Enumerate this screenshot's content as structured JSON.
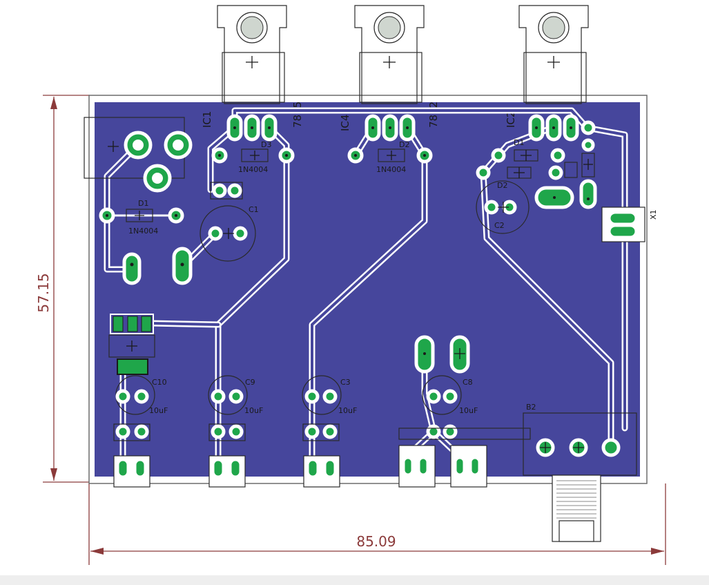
{
  "dimensions": {
    "width_label": "85.09",
    "height_label": "57.15"
  },
  "components": {
    "regulators": [
      {
        "ref": "IC1",
        "part": "7815"
      },
      {
        "ref": "IC4",
        "part": "7812"
      },
      {
        "ref": "IC2",
        "part": ""
      }
    ],
    "diodes": [
      {
        "ref": "D3",
        "part": "1N4004"
      },
      {
        "ref": "D2",
        "part": "1N4004"
      },
      {
        "ref": "D1",
        "part": "1N4004"
      },
      {
        "ref": "D2",
        "part": ""
      },
      {
        "ref": "D1",
        "part": ""
      }
    ],
    "capacitors": [
      {
        "ref": "C1",
        "value": ""
      },
      {
        "ref": "C10",
        "value": "10uF"
      },
      {
        "ref": "C9",
        "value": "10uF"
      },
      {
        "ref": "C3",
        "value": "10uF"
      },
      {
        "ref": "C8",
        "value": "10uF"
      },
      {
        "ref": "C2",
        "value": ""
      }
    ],
    "connectors": [
      {
        "ref": "X1"
      },
      {
        "ref": "B2"
      }
    ]
  },
  "colors": {
    "board": "#46469c",
    "pad": "#1fa64a",
    "trace": "#ffffff",
    "dimension": "#8b3a3a",
    "silk": "#2a2a2a"
  }
}
